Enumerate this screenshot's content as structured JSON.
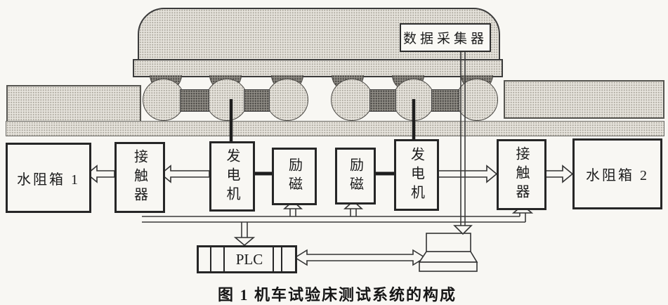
{
  "diagram": {
    "caption": "图 1  机车试验床测试系统的构成",
    "data_collector": {
      "label": "数据采集器"
    },
    "boxes": {
      "water_box_1": "水阻箱 1",
      "contactor_1": "接触器",
      "generator_1": "发电机",
      "excitation_1": "励磁",
      "excitation_2": "励磁",
      "generator_2": "发电机",
      "contactor_2": "接触器",
      "water_box_2": "水阻箱 2"
    },
    "plc": {
      "label": "PLC"
    },
    "colors": {
      "ink": "#262626",
      "paper": "#f8f7f3",
      "halftone_light": "#e6e3dc",
      "halftone_dark": "#908d86"
    }
  }
}
